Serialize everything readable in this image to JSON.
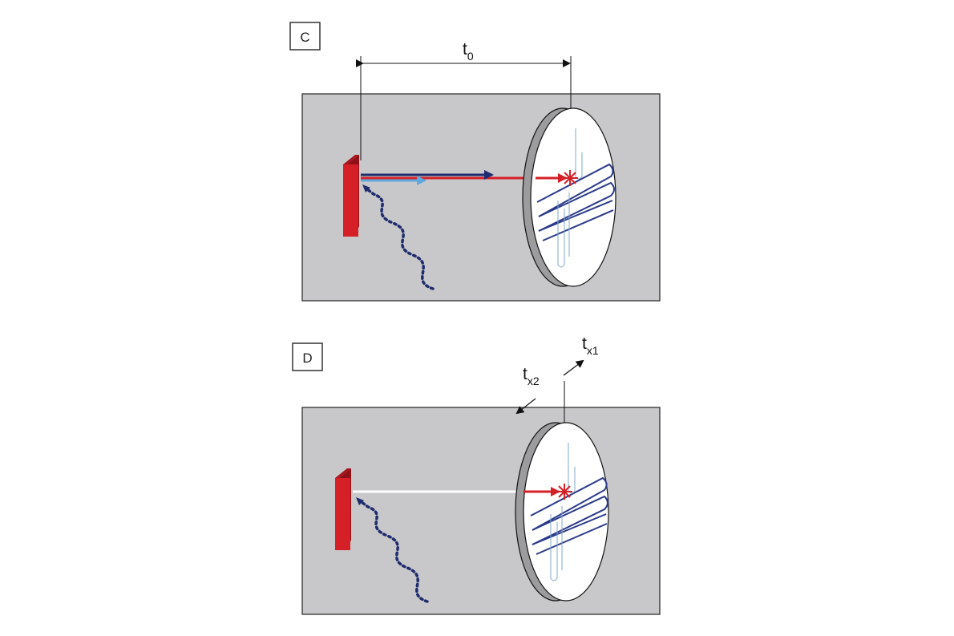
{
  "panels": {
    "c": {
      "tag": "C",
      "time_label": {
        "main": "t",
        "sub": "0"
      }
    },
    "d": {
      "tag": "D",
      "time_label_1": {
        "main": "t",
        "sub": "x1"
      },
      "time_label_2": {
        "main": "t",
        "sub": "x2"
      }
    }
  },
  "colors": {
    "background": "#c8c8ca",
    "emitter": "#d62027",
    "beam_navy": "#1e2b6e",
    "beam_light_blue": "#5fa8e0",
    "beam_red": "#d62027",
    "wave_dots": "#1e2b6e",
    "sensor_face": "#ffffff",
    "track_lines": "#2a3a8a"
  }
}
